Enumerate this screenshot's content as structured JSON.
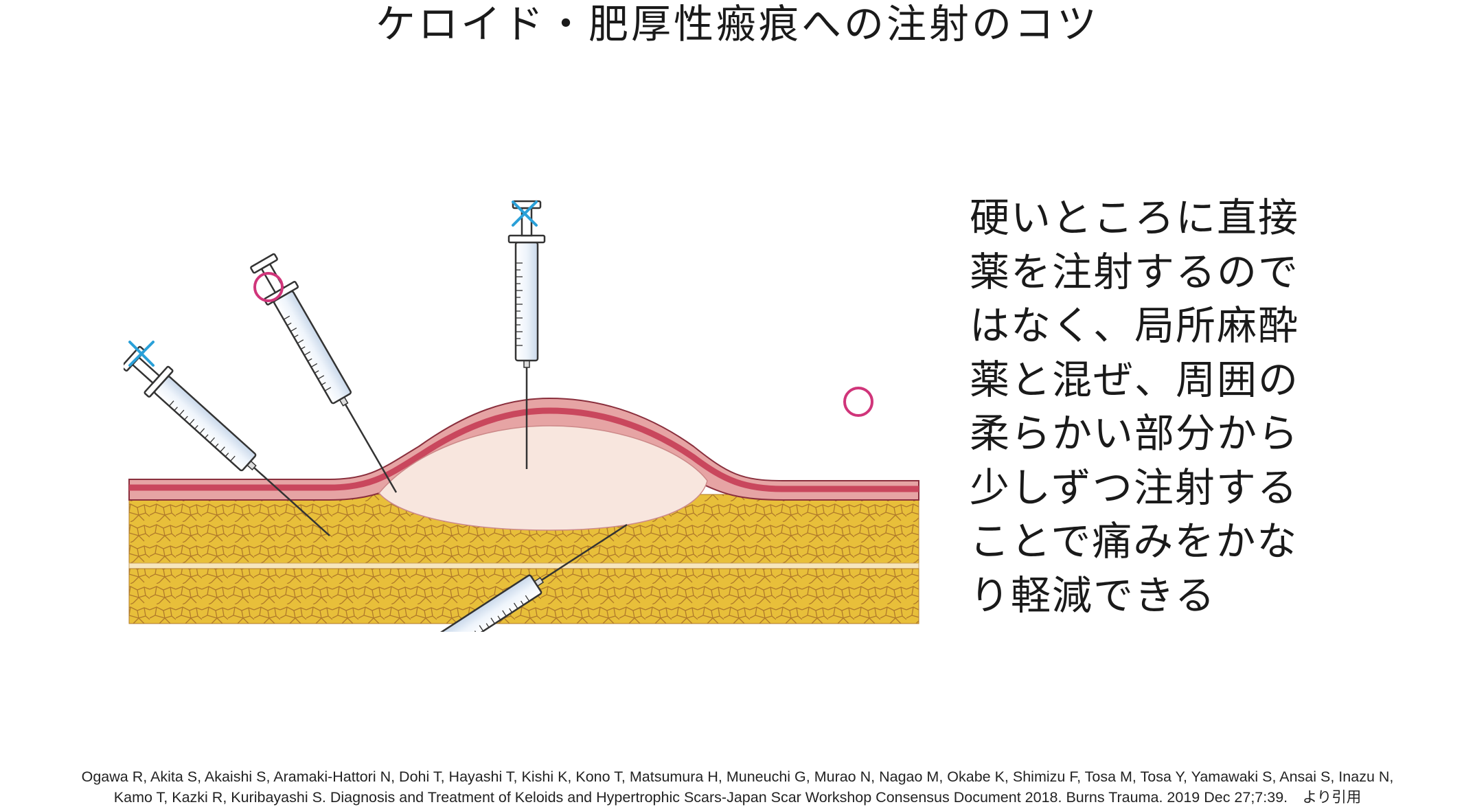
{
  "title": "ケロイド・肥厚性瘢痕への注射のコツ",
  "caption": {
    "lines": [
      "硬いところに直接",
      "薬を注射するので",
      "はなく、局所麻酔",
      "薬と混ぜ、周囲の",
      "柔らかい部分から",
      "少しずつ注射する",
      "ことで痛みをかな",
      "り軽減できる"
    ]
  },
  "figure": {
    "marks": {
      "bad": "×",
      "good": "○"
    },
    "colors": {
      "bad_mark": "#2aa0d8",
      "good_mark": "#d0357a",
      "fat": "#e8bf3a",
      "fat_lines": "#b07a2a",
      "dermis": "#c9475d",
      "epidermis": "#e6a4a4",
      "keloid": "#f8e6de"
    },
    "icons": [
      "syringe-icon",
      "cross-mark-icon",
      "circle-mark-icon"
    ]
  },
  "citation": {
    "line1": "Ogawa R, Akita S, Akaishi S, Aramaki-Hattori N, Dohi T, Hayashi T, Kishi K, Kono T, Matsumura H, Muneuchi G, Murao N, Nagao M, Okabe K, Shimizu F, Tosa M, Tosa Y, Yamawaki S, Ansai S, Inazu N,",
    "line2": "Kamo T, Kazki R, Kuribayashi S. Diagnosis and Treatment of Keloids and Hypertrophic Scars-Japan Scar Workshop Consensus Document 2018. Burns Trauma. 2019 Dec 27;7:39.　より引用"
  }
}
